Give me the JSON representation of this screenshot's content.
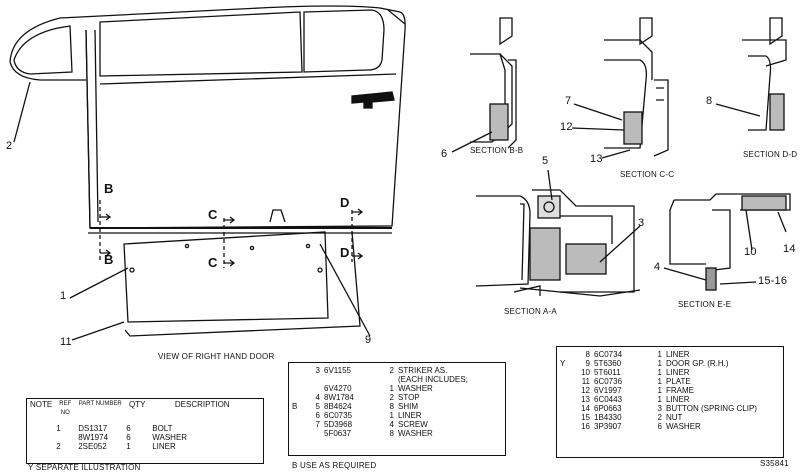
{
  "callouts": {
    "n1": "1",
    "n2": "2",
    "n3": "3",
    "n4": "4",
    "n5": "5",
    "n6": "6",
    "n7": "7",
    "n8": "8",
    "n9": "9",
    "n10": "10",
    "n11": "11",
    "n12": "12",
    "n13": "13",
    "n14": "14",
    "n15_16": "15-16"
  },
  "section_letters": {
    "b1": "B",
    "b2": "B",
    "c1": "C",
    "c2": "C",
    "d1": "D",
    "d2": "D"
  },
  "captions": {
    "section_bb": "SECTION B-B",
    "section_cc": "SECTION C-C",
    "section_dd": "SECTION D-D",
    "section_aa": "SECTION A-A",
    "section_ee": "SECTION E-E",
    "view": "VIEW OF RIGHT HAND DOOR"
  },
  "table_left": {
    "headers": {
      "note": "NOTE",
      "ref_no": "REF NO",
      "part_number": "PART NUMBER",
      "qty": "QTY",
      "description": "DESCRIPTION"
    },
    "rows": [
      {
        "ref": "1",
        "part": "DS1317",
        "qty": "6",
        "desc": "BOLT"
      },
      {
        "ref": "",
        "part": "8W1974",
        "qty": "6",
        "desc": "WASHER"
      },
      {
        "ref": "2",
        "part": "2SE052",
        "qty": "1",
        "desc": "LINER"
      }
    ],
    "footnote": "Y   SEPARATE ILLUSTRATION"
  },
  "table_mid": {
    "rows": [
      {
        "note": "",
        "ref": "3",
        "part": "6V1155",
        "qty": "2",
        "desc": "STRIKER AS."
      },
      {
        "note": "",
        "ref": "",
        "part": "",
        "qty": "",
        "desc": "(EACH INCLUDES;"
      },
      {
        "note": "",
        "ref": "",
        "part": "6V4270",
        "qty": "1",
        "desc": "WASHER"
      },
      {
        "note": "",
        "ref": "4",
        "part": "8W1784",
        "qty": "2",
        "desc": "STOP"
      },
      {
        "note": "B",
        "ref": "5",
        "part": "8B4624",
        "qty": "8",
        "desc": "SHIM"
      },
      {
        "note": "",
        "ref": "6",
        "part": "6C0735",
        "qty": "1",
        "desc": "LINER"
      },
      {
        "note": "",
        "ref": "7",
        "part": "5D3968",
        "qty": "4",
        "desc": "SCREW"
      },
      {
        "note": "",
        "ref": "",
        "part": "5F0637",
        "qty": "8",
        "desc": "WASHER"
      }
    ],
    "footnote": "B   USE AS REQUIRED"
  },
  "table_right": {
    "rows": [
      {
        "note": "",
        "ref": "8",
        "part": "6C0734",
        "qty": "1",
        "desc": "LINER"
      },
      {
        "note": "Y",
        "ref": "9",
        "part": "5T6360",
        "qty": "1",
        "desc": "DOOR GP. (R.H.)"
      },
      {
        "note": "",
        "ref": "10",
        "part": "5T6011",
        "qty": "1",
        "desc": "LINER"
      },
      {
        "note": "",
        "ref": "11",
        "part": "6C0736",
        "qty": "1",
        "desc": "PLATE"
      },
      {
        "note": "",
        "ref": "12",
        "part": "6V1997",
        "qty": "1",
        "desc": "FRAME"
      },
      {
        "note": "",
        "ref": "13",
        "part": "6C0443",
        "qty": "1",
        "desc": "LINER"
      },
      {
        "note": "",
        "ref": "14",
        "part": "6P0663",
        "qty": "3",
        "desc": "BUTTON (SPRING CLIP)"
      },
      {
        "note": "",
        "ref": "15",
        "part": "1B4330",
        "qty": "2",
        "desc": "NUT"
      },
      {
        "note": "",
        "ref": "16",
        "part": "3P3907",
        "qty": "6",
        "desc": "WASHER"
      }
    ]
  },
  "drawing_number": "S35841"
}
